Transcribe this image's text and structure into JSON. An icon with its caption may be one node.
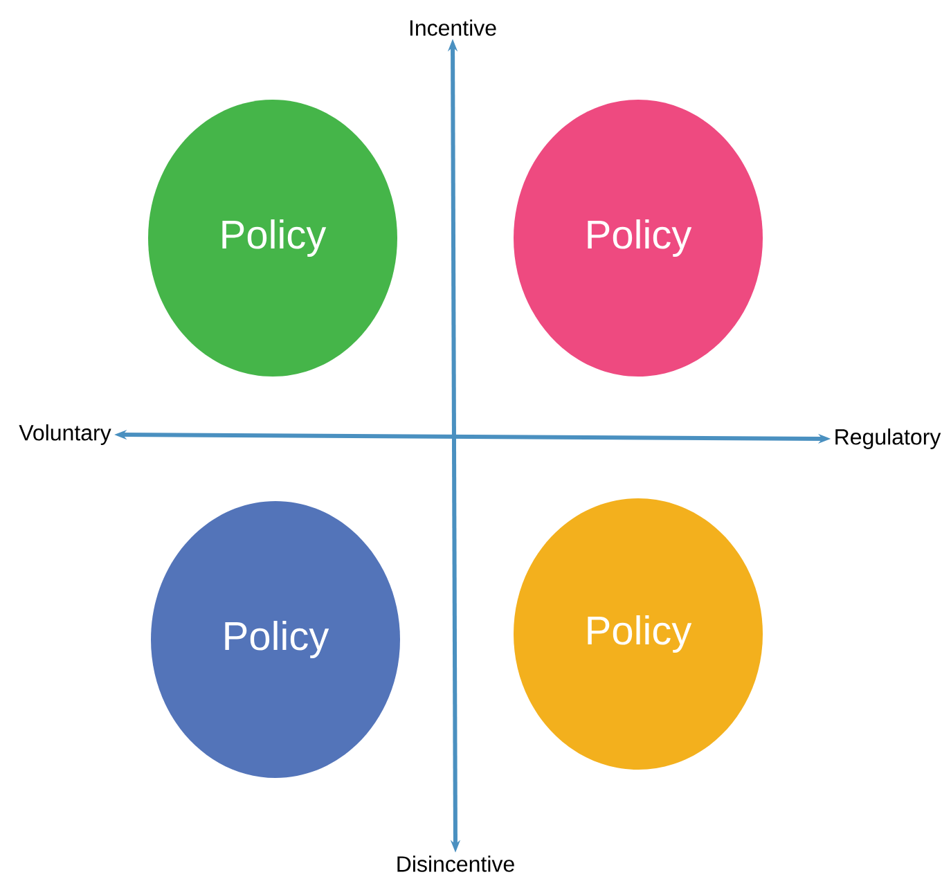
{
  "diagram": {
    "nodes": [
      {
        "text": [
          "Incentive"
        ]
      },
      {
        "text": [
          "Policy"
        ]
      },
      {
        "text": [
          "Policy"
        ]
      },
      {
        "text": [
          "Voluntary"
        ]
      },
      {
        "text": [
          "Regulatory"
        ]
      },
      {
        "text": [
          "Policy"
        ]
      },
      {
        "text": [
          "Policy"
        ]
      },
      {
        "text": [
          "Disincentive"
        ]
      }
    ],
    "edges": [
      {
        "from": 3,
        "to": 4,
        "arrow": "both"
      },
      {
        "from": 0,
        "to": 7,
        "arrow": "both"
      }
    ]
  }
}
